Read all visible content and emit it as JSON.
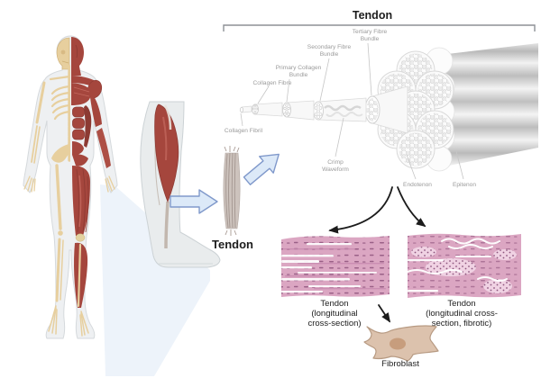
{
  "labels": {
    "diagram_title": "Tendon",
    "leg_tendon": "Tendon",
    "hierarchy": {
      "fibril": "Collagen Fibril",
      "fibre": "Collagen Fibre",
      "primary1": "Primary Collagen",
      "primary2": "Bundle",
      "secondary1": "Secondary Fibre",
      "secondary2": "Bundle",
      "tertiary1": "Tertiary Fibre",
      "tertiary2": "Bundle",
      "crimp1": "Crimp",
      "crimp2": "Waveform",
      "endotenon": "Endotenon",
      "epitenon": "Epitenon"
    },
    "histology_normal": {
      "l1": "Tendon",
      "l2": "(longitudinal",
      "l3": "cross-section)"
    },
    "histology_fibrotic": {
      "l1": "Tendon",
      "l2": "(longitudinal cross-",
      "l3": "section, fibrotic)"
    },
    "fibroblast": "Fibroblast"
  },
  "colors": {
    "muscle": "#a5463d",
    "muscle_dark": "#8c3a33",
    "muscle_light": "#c4695f",
    "bone": "#e7cf9e",
    "bone_dark": "#cdae74",
    "flesh": "#eef0f2",
    "flesh_outline": "#d5d9dc",
    "leg": "#e9eced",
    "leg_outline": "#ccd2d5",
    "beam": "#dbe7f5",
    "arrow_fill": "#dce9f8",
    "arrow_stroke": "#8099cb",
    "tendon_fiber": "#cdc3bd",
    "tendon_fiber_dark": "#a2958f",
    "label": "#9b9b9b",
    "leader": "#c6c6c6",
    "ink": "#1c1c1c",
    "hist": "#dba6c2",
    "hist_nuclei": "#7c3f6b",
    "hist_blob": "#f0d2e3",
    "hist_streak_dark": "#c688ae",
    "fibro_body": "#dcc2ad",
    "fibro_outline": "#b79a82",
    "fibro_nucleus": "#c79d7d"
  }
}
